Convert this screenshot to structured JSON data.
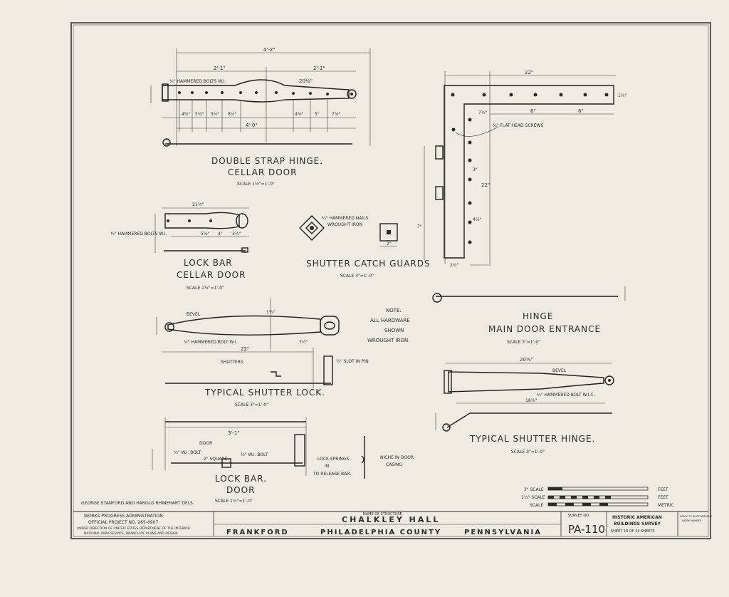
{
  "drawings": {
    "strap_hinge": {
      "title_1": "DOUBLE STRAP HINGE.",
      "title_2": "CELLAR DOOR",
      "scale": "SCALE 1½\"=1'-0\"",
      "note_bolts": "¾\" HAMMERED BOLTS W.I.",
      "dim_overall": "4'-2\"",
      "dim_left": "2'-1\"",
      "dim_right": "2'-1\"",
      "dim_inner": "4'-0\"",
      "dim_a": "20¾\"",
      "dim_b": "4½\"",
      "dim_c": "5½\"",
      "dim_d": "5½\"",
      "dim_e": "6½\"",
      "dim_f": "4½\"",
      "dim_g": "5\"",
      "dim_h": "7½\""
    },
    "lock_bar_cellar": {
      "title_1": "LOCK BAR",
      "title_2": "CELLAR DOOR",
      "scale": "SCALE 1½\"=1'-0\"",
      "note_bolts": "¾\" HAMMERED BOLTS W.I.",
      "dim_overall": "21¾\"",
      "dim_a": "5½\"",
      "dim_b": "4\"",
      "dim_c": "3½\""
    },
    "shutter_catch": {
      "title": "SHUTTER CATCH GUARDS",
      "scale": "SCALE 3\"=1'-0\"",
      "note_1": "¾\" HAMMERED NAILS",
      "note_2": "WROUGHT IRON",
      "dim_a": "2\""
    },
    "main_hinge": {
      "title_1": "HINGE",
      "title_2": "MAIN DOOR ENTRANCE",
      "scale": "SCALE 3\"=1'-0\"",
      "note_screws": "¾\" FLAT HEAD SCREWS",
      "dim_top": "22\"",
      "dim_side": "22\"",
      "dim_a": "6\"",
      "dim_b": "6\"",
      "dim_c": "7½\"",
      "dim_d": "3\"",
      "dim_e": "7\"",
      "dim_f": "4½\"",
      "dim_g": "2½\"",
      "dim_h": "1¾\""
    },
    "note": {
      "line_1": "NOTE.",
      "line_2": "ALL HARDWARE",
      "line_3": "SHOWN",
      "line_4": "WROUGHT IRON."
    },
    "shutter_lock": {
      "title": "TYPICAL SHUTTER LOCK.",
      "scale": "SCALE 3\"=1'-0\"",
      "note_bevel": "BEVEL",
      "note_bolt": "¾\" HAMMERED BOLT W.I.",
      "note_shutters": "SHUTTERS",
      "note_slot": "½\" SLOT IN PIN",
      "dim_overall": "22\"",
      "dim_a": "7½\"",
      "dim_b": "1½\""
    },
    "shutter_hinge": {
      "title": "TYPICAL SHUTTER HINGE.",
      "scale": "SCALE 3\"=1'-0\"",
      "note_bevel": "BEVEL",
      "note_bolt": "¾\" HAMMERED BOLT W.I.C.",
      "dim_overall": "20½\"",
      "dim_a": "18⅞\""
    },
    "lock_bar_door": {
      "title_1": "LOCK BAR.",
      "title_2": "DOOR",
      "scale": "SCALE 1½\"=1'-0\"",
      "note_door": "DOOR",
      "note_bolt_1": "¾\" W.I. BOLT",
      "note_square": "2\" SQUARE",
      "note_bolt_2": "¾\" W.I. BOLT",
      "note_springs_1": "LOCK SPRINGS",
      "note_springs_2": "IN",
      "note_release": "TO RELEASE BAR.",
      "note_niche_1": "NICHE IN DOOR",
      "note_niche_2": "CASING",
      "dim_overall": "3'-1\""
    }
  },
  "delineators": "GEORGE STANFORD AND HAROLD RHINEHART DELS.",
  "scales": [
    {
      "label": "3\" SCALE",
      "unit": "FEET"
    },
    {
      "label": "1½\" SCALE",
      "unit": "FEET"
    },
    {
      "label": "SCALE",
      "unit": "METRIC"
    }
  ],
  "title_block": {
    "wpa_1": "WORKS PROGRESS ADMINISTRATION",
    "wpa_2": "OFFICIAL PROJECT NO. 265-6907",
    "wpa_3": "UNDER DIRECTION OF UNITED STATES DEPARTMENT OF THE INTERIOR",
    "wpa_4": "NATIONAL PARK SERVICE, BRANCH OF PLANS AND DESIGN",
    "name_caption": "NAME OF STRUCTURE",
    "structure": "CHALKLEY HALL",
    "town": "FRANKFORD",
    "county": "PHILADELPHIA COUNTY",
    "state": "PENNSYLVANIA",
    "survey_label": "SURVEY NO.",
    "survey_no": "PA-110",
    "habs_1": "HISTORIC AMERICAN",
    "habs_2": "BUILDINGS SURVEY",
    "sheet": "SHEET 18 OF 24 SHEETS",
    "index_1": "INDEX TO PHOTOGRAPHS",
    "index_2": "INDEX NUMBER"
  }
}
